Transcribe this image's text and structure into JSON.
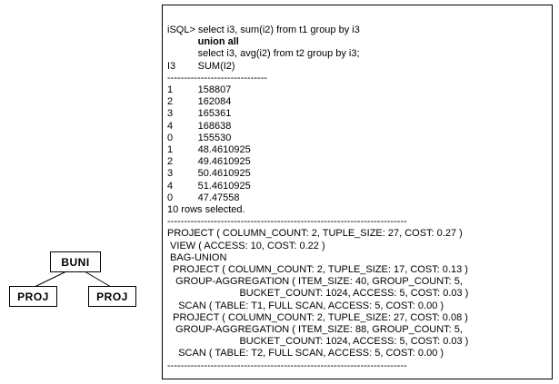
{
  "diagram": {
    "root": "BUNI",
    "children": [
      "PROJ",
      "PROJ"
    ]
  },
  "console": {
    "lines": [
      "iSQL> select i3, sum(i2) from t1 group by i3",
      "           union all",
      "           select i3, avg(i2) from t2 group by i3;",
      "I3        SUM(I2)",
      "------------------------------",
      "1         158807",
      "2         162084",
      "3         165361",
      "4         168638",
      "0         155530",
      "1         48.4610925",
      "2         49.4610925",
      "3         50.4610925",
      "4         51.4610925",
      "0         47.47558",
      "10 rows selected.",
      "------------------------------------------------------------------------",
      "PROJECT ( COLUMN_COUNT: 2, TUPLE_SIZE: 27, COST: 0.27 )",
      " VIEW ( ACCESS: 10, COST: 0.22 )",
      " BAG-UNION",
      "  PROJECT ( COLUMN_COUNT: 2, TUPLE_SIZE: 17, COST: 0.13 )",
      "   GROUP-AGGREGATION ( ITEM_SIZE: 40, GROUP_COUNT: 5,",
      "                          BUCKET_COUNT: 1024, ACCESS: 5, COST: 0.03 )",
      "    SCAN ( TABLE: T1, FULL SCAN, ACCESS: 5, COST: 0.00 )",
      "  PROJECT ( COLUMN_COUNT: 2, TUPLE_SIZE: 27, COST: 0.08 )",
      "   GROUP-AGGREGATION ( ITEM_SIZE: 88, GROUP_COUNT: 5,",
      "                          BUCKET_COUNT: 1024, ACCESS: 5, COST: 0.03 )",
      "    SCAN ( TABLE: T2, FULL SCAN, ACCESS: 5, COST: 0.00 )",
      "------------------------------------------------------------------------"
    ]
  }
}
